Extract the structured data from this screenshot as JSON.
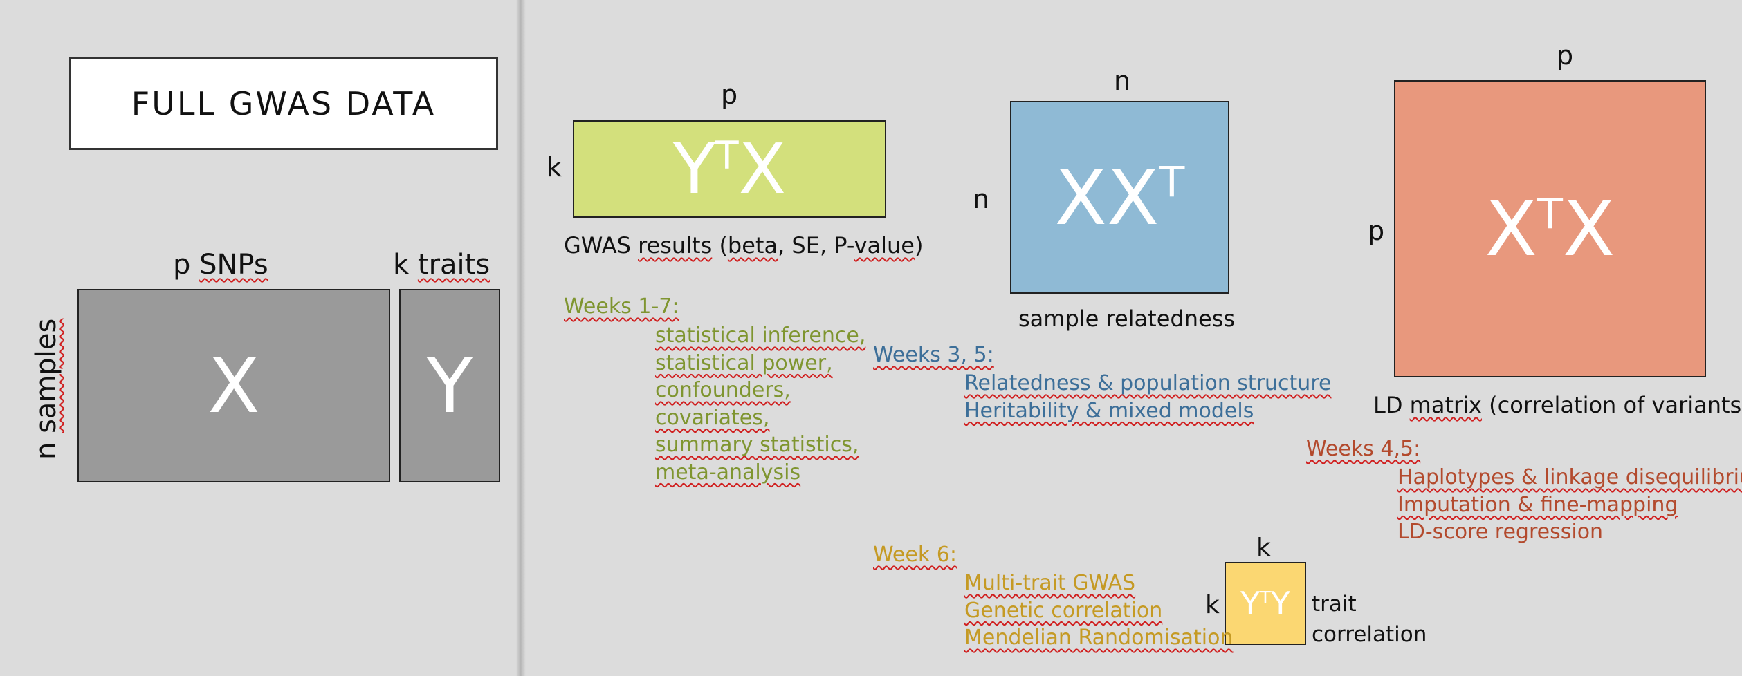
{
  "title": "FULL GWAS DATA",
  "full_data": {
    "p_prefix": "p",
    "snps": "SNPs",
    "k_prefix": "k",
    "traits": "traits",
    "n_prefix": "n",
    "samples": "samples",
    "x_label": "X",
    "y_label": "Y"
  },
  "ytx": {
    "base1": "Y",
    "sup": "T",
    "base2": "X",
    "top_dim": "p",
    "side_dim": "k",
    "caption_prefix": "GWAS",
    "caption_results": "results",
    "caption_paren": "(",
    "caption_beta": "beta",
    "caption_rest": ", SE, P-",
    "caption_value": "value",
    "caption_close": ")"
  },
  "xxt": {
    "base": "XX",
    "sup": "T",
    "top_dim": "n",
    "side_dim": "n",
    "caption": "sample relatedness"
  },
  "xtx": {
    "base1": "X",
    "sup": "T",
    "base2": "X",
    "top_dim": "p",
    "side_dim": "p",
    "caption_ld": "LD",
    "caption_matrix": "matrix",
    "caption_rest": "(correlation of variants)"
  },
  "yty": {
    "base1": "Y",
    "sup": "T",
    "base2": "Y",
    "top_dim": "k",
    "side_dim": "k",
    "caption_line1": "trait",
    "caption_line2": "correlation"
  },
  "weeks_1_7": {
    "heading": "Weeks 1-7:",
    "topics": [
      "statistical inference,",
      "statistical power,",
      "confounders,",
      "covariates,",
      "summary statistics,",
      "meta-analysis"
    ]
  },
  "weeks_3_5": {
    "heading": "Weeks 3, 5:",
    "topics": [
      "Relatedness & population structure",
      "Heritability & mixed models"
    ]
  },
  "weeks_4_5": {
    "heading": "Weeks 4,5:",
    "topics": [
      "Haplotypes & linkage disequilibrium",
      "Imputation & fine-mapping",
      "LD-score regression"
    ]
  },
  "week_6": {
    "heading": "Week 6:",
    "topics": [
      "Multi-trait GWAS",
      "Genetic correlation",
      "Mendelian Randomisation"
    ]
  },
  "colors": {
    "background": "#dcdcdc",
    "data_matrix": "#9a9a9a",
    "ytx": "#d3e07c",
    "xxt": "#8fbad5",
    "xtx": "#e8987d",
    "yty": "#fbd772",
    "green_text": "#7f9530",
    "blue_text": "#3d6f99",
    "red_text": "#b34a2d",
    "gold_text": "#c59a24"
  }
}
